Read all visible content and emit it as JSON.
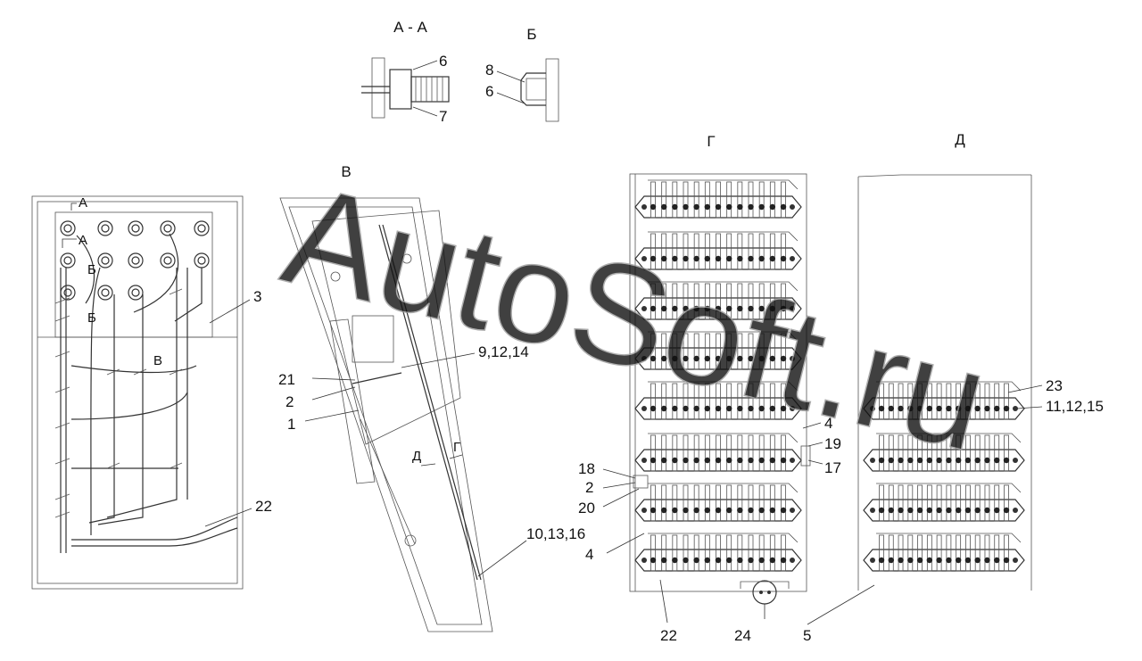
{
  "section_titles": {
    "aa": "А - А",
    "b": "Б",
    "v": "В",
    "g": "Г",
    "d": "Д"
  },
  "view_markers": {
    "a_top": "А",
    "a_mid": "А",
    "b_1": "Б",
    "b_2": "Б",
    "v": "В",
    "d": "Д",
    "g": "Г"
  },
  "callouts": {
    "c6_aa": "6",
    "c7": "7",
    "c8": "8",
    "c6_b": "6",
    "c3": "3",
    "c22_left": "22",
    "c9_12_14": "9,12,14",
    "c21": "21",
    "c2_v": "2",
    "c1": "1",
    "c10_13_16": "10,13,16",
    "c18": "18",
    "c2_g": "2",
    "c20": "20",
    "c4_g": "4",
    "c4_r": "4",
    "c19": "19",
    "c17": "17",
    "c23": "23",
    "c11_12_15": "11,12,15",
    "c22_bottom": "22",
    "c24": "24",
    "c5": "5"
  },
  "watermark": "AutoSoft.ru"
}
